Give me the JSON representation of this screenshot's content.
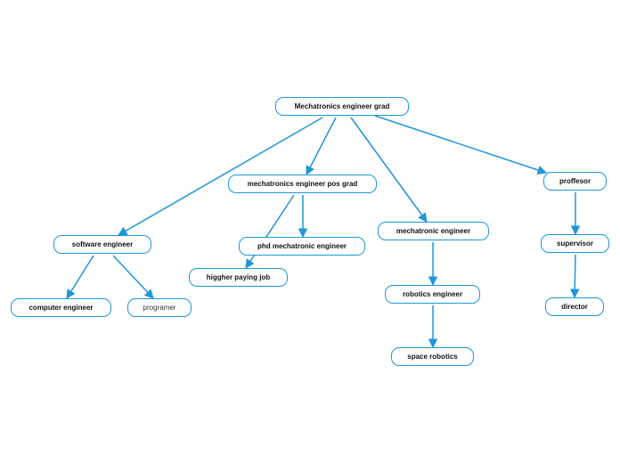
{
  "diagram": {
    "colors": {
      "edge": "#1f96d8",
      "node_border": "#1f96d8",
      "text": "#111111"
    },
    "nodes": [
      {
        "id": "root",
        "label": "Mechatronics engineer grad"
      },
      {
        "id": "pos_grad",
        "label": "mechatronics engineer pos grad"
      },
      {
        "id": "phd",
        "label": "phd mechatronic engineer"
      },
      {
        "id": "higher_pay",
        "label": "higgher paying job"
      },
      {
        "id": "software",
        "label": "software engineer"
      },
      {
        "id": "computer",
        "label": "computer engineer"
      },
      {
        "id": "programer",
        "label": "programer"
      },
      {
        "id": "mech_eng",
        "label": "mechatronic engineer"
      },
      {
        "id": "robotics",
        "label": "robotics engineer"
      },
      {
        "id": "space",
        "label": "space robotics"
      },
      {
        "id": "proffesor",
        "label": "proffesor"
      },
      {
        "id": "supervisor",
        "label": "supervisor"
      },
      {
        "id": "director",
        "label": "director"
      }
    ],
    "edges": [
      {
        "from": "root",
        "to": "software"
      },
      {
        "from": "root",
        "to": "pos_grad"
      },
      {
        "from": "root",
        "to": "mech_eng"
      },
      {
        "from": "root",
        "to": "proffesor"
      },
      {
        "from": "pos_grad",
        "to": "phd"
      },
      {
        "from": "pos_grad",
        "to": "higher_pay"
      },
      {
        "from": "software",
        "to": "computer"
      },
      {
        "from": "software",
        "to": "programer"
      },
      {
        "from": "mech_eng",
        "to": "robotics"
      },
      {
        "from": "robotics",
        "to": "space"
      },
      {
        "from": "proffesor",
        "to": "supervisor"
      },
      {
        "from": "supervisor",
        "to": "director"
      }
    ]
  }
}
